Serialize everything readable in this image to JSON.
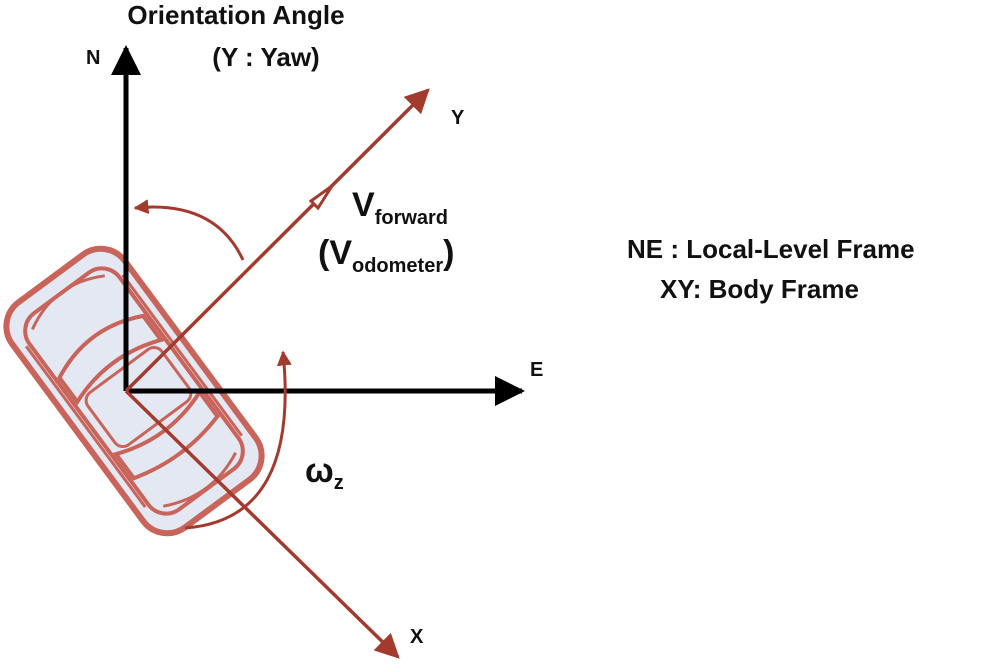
{
  "title": {
    "line1": "Orientation Angle",
    "line2": "(Y : Yaw)"
  },
  "axes": {
    "north": "N",
    "east": "E",
    "body_y": "Y",
    "body_x": "X"
  },
  "velocity": {
    "main": "V",
    "main_sub": "forward",
    "alt_open": "(V",
    "alt_sub": "odometer",
    "alt_close": ")"
  },
  "angular_rate": {
    "symbol": "ω",
    "sub": "z"
  },
  "legend": {
    "line1": "NE : Local-Level Frame",
    "line2": "XY: Body Frame"
  },
  "colors": {
    "frame_axes": "#000000",
    "body_axes": "#a33a2e",
    "vehicle_outline": "#c8645a",
    "vehicle_fill": "#e3e8f3"
  }
}
